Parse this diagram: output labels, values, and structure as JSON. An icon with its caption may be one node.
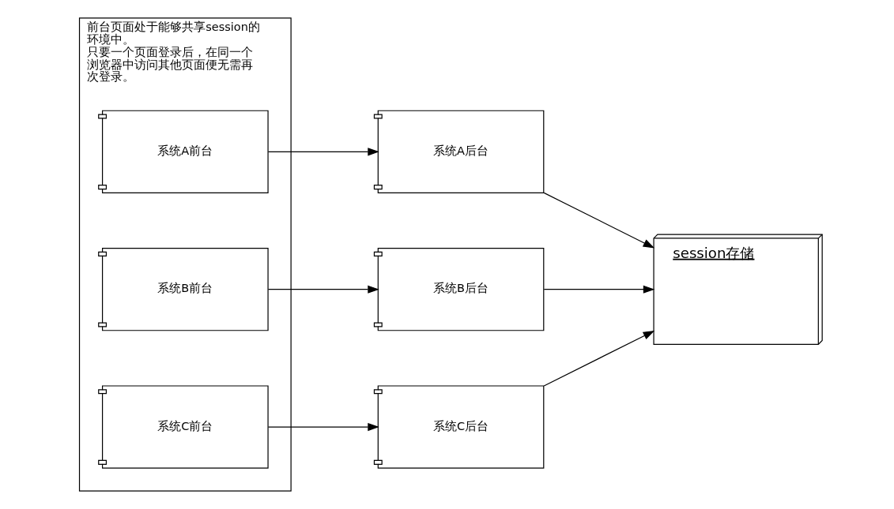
{
  "diagram": {
    "nodes": [
      {
        "text": [
          "前台页面处于能够共享session的环境中。",
          "只要一个页面登录后，在同一个浏览器中访问其他页面便无需再次登录。"
        ]
      },
      {
        "text": [
          "系统A前台"
        ],
        "in": 0
      },
      {
        "text": [
          "系统B前台"
        ],
        "in": 0
      },
      {
        "text": [
          "系统C前台"
        ],
        "in": 0
      },
      {
        "text": [
          "系统A后台"
        ]
      },
      {
        "text": [
          "系统B后台"
        ]
      },
      {
        "text": [
          "系统C后台"
        ]
      },
      {
        "text": [
          "session存储"
        ]
      }
    ],
    "edges": [
      {
        "from": 1,
        "to": 4,
        "arrow": "to"
      },
      {
        "from": 2,
        "to": 5,
        "arrow": "to"
      },
      {
        "from": 3,
        "to": 6,
        "arrow": "to"
      },
      {
        "from": 4,
        "to": 7,
        "arrow": "to"
      },
      {
        "from": 5,
        "to": 7,
        "arrow": "to"
      },
      {
        "from": 6,
        "to": 7,
        "arrow": "to"
      }
    ]
  }
}
